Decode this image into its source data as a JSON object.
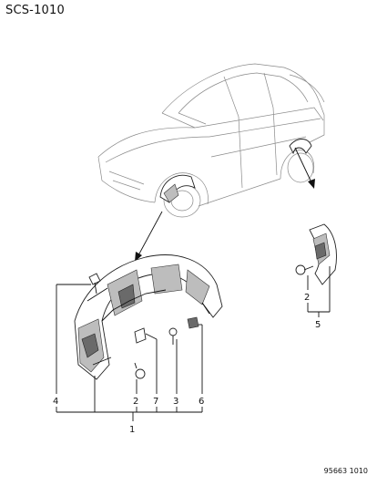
{
  "diagram": {
    "code": "SCS-1010",
    "footer_code": "95663 1010",
    "callouts": {
      "c1": "1",
      "c2a": "2",
      "c2b": "2",
      "c3": "3",
      "c4": "4",
      "c5": "5",
      "c6": "6",
      "c7": "7"
    }
  }
}
